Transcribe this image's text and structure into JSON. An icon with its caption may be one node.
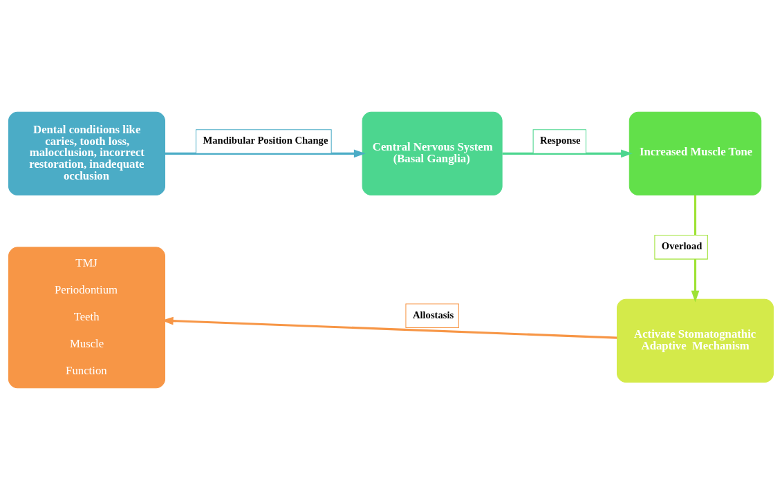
{
  "diagram": {
    "nodes": [
      {
        "text": [
          "Dental conditions like caries, tooth loss, malocclusion, incorrect restoration, inadequate occlusion"
        ]
      },
      {
        "text": [
          "Central Nervous System (Basal Ganglia)"
        ]
      },
      {
        "text": [
          "Increased Muscle Tone"
        ]
      },
      {
        "text": [
          "Activate Stomatognathic Adaptive  Mechanism"
        ]
      },
      {
        "text": [
          "TMJ",
          "Periodontium",
          "Teeth",
          "Muscle",
          "Function"
        ]
      }
    ],
    "edges": [
      {
        "from": 0,
        "to": 1,
        "arrow": "to",
        "label": "Mandibular Position Change",
        "color": "#4bacc6"
      },
      {
        "from": 1,
        "to": 2,
        "arrow": "to",
        "label": "Response",
        "color": "#4cd68f"
      },
      {
        "from": 2,
        "to": 3,
        "arrow": "to",
        "label": "Overload",
        "color": "#9ee234"
      },
      {
        "from": 3,
        "to": 4,
        "arrow": "to",
        "label": "Allostasis",
        "color": "#f79646"
      }
    ]
  }
}
